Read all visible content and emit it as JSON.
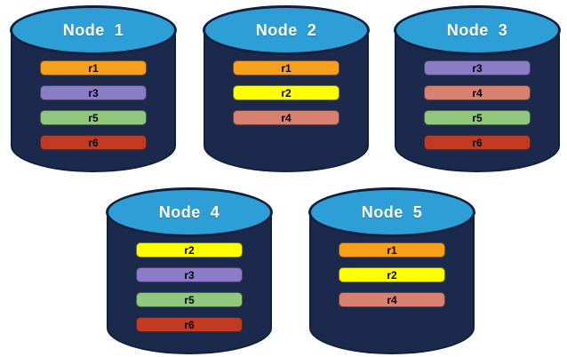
{
  "palette": {
    "cylinder_body": "#1B2A4C",
    "cylinder_top": "#2E9FD6",
    "cylinder_outline": "#0F1F3D",
    "title_color": "#FFFFFF",
    "replica_colors": {
      "r1": "#F9A01B",
      "r2": "#FFFF00",
      "r3": "#8B7CC8",
      "r4": "#DA8070",
      "r5": "#90C87E",
      "r6": "#C33A22"
    }
  },
  "nodes": [
    {
      "label": "Node  1",
      "replicas": [
        {
          "id": "r1",
          "color": "#F9A01B"
        },
        {
          "id": "r3",
          "color": "#8B7CC8"
        },
        {
          "id": "r5",
          "color": "#90C87E"
        },
        {
          "id": "r6",
          "color": "#C33A22"
        }
      ]
    },
    {
      "label": "Node  2",
      "replicas": [
        {
          "id": "r1",
          "color": "#F9A01B"
        },
        {
          "id": "r2",
          "color": "#FFFF00"
        },
        {
          "id": "r4",
          "color": "#DA8070"
        }
      ]
    },
    {
      "label": "Node  3",
      "replicas": [
        {
          "id": "r3",
          "color": "#8B7CC8"
        },
        {
          "id": "r4",
          "color": "#DA8070"
        },
        {
          "id": "r5",
          "color": "#90C87E"
        },
        {
          "id": "r6",
          "color": "#C33A22"
        }
      ]
    },
    {
      "label": "Node  4",
      "replicas": [
        {
          "id": "r2",
          "color": "#FFFF00"
        },
        {
          "id": "r3",
          "color": "#8B7CC8"
        },
        {
          "id": "r5",
          "color": "#90C87E"
        },
        {
          "id": "r6",
          "color": "#C33A22"
        }
      ]
    },
    {
      "label": "Node  5",
      "replicas": [
        {
          "id": "r1",
          "color": "#F9A01B"
        },
        {
          "id": "r2",
          "color": "#FFFF00"
        },
        {
          "id": "r4",
          "color": "#DA8070"
        }
      ]
    }
  ]
}
